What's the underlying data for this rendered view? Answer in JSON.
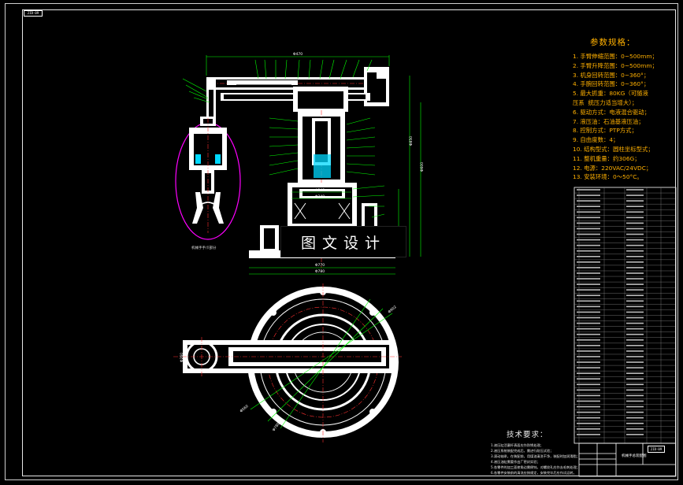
{
  "drawing_tag": "2ID-09",
  "specs": {
    "title": "参数规格：",
    "items": [
      "1. 手臂伸缩范围：0~500mm；",
      "2. 手臂升降范围：0~500mm；",
      "3. 机身回转范围：0~360°；",
      "4. 手腕回转范围：0~360°；",
      "5. 最大抓重：80KG（可随液",
      "压系  统压力适当增大）；",
      "6. 驱动方式：电液混合驱动；",
      "7. 液压油：石油基液压油；",
      "8. 控制方式：PTP方式；",
      "9. 自由度数：4；",
      "10. 结构型式：圆柱坐标型式；",
      "11. 整机重量：约306G；",
      "12. 电源：220VAC/24VDC；",
      "13. 安装环境：0～50°C。"
    ]
  },
  "technical_requirements": {
    "title": "技术要求：",
    "lines": [
      "1.液压缸活塞杆表面应作防锈处理；",
      "2.液压系统装配完成后，需进行耐压试验；",
      "3.滚动轴承，在装配前，用煤油清洗干净，装配时加润滑脂；",
      "4.液压油缸需要作出厂密封实验；",
      "5.各零件的加工面棱角边需倒钝，对螺纹孔应作去毛刺处理；",
      "6.各零件安装前的清洗应按规定，安装完毕后应作试运转。"
    ]
  },
  "watermark": "图文设计",
  "gripper_caption": "机械手手爪部分",
  "title_block": {
    "name": "机械手总装配图",
    "code": "2ID-09"
  },
  "dimensions": {
    "top_width": "Φ470",
    "height_right": "Φ850",
    "height_right2": "Φ600",
    "base_width": "Φ770",
    "base_width2": "Φ780",
    "inner_dia1": "Φ240",
    "inner_dia2": "Φ340",
    "plan_dia1": "Φ902",
    "plan_dia2": "Φ560",
    "plan_dia3": "Φ260",
    "plan_dia4": "Φ780"
  },
  "colors": {
    "background": "#000000",
    "line": "#ffffff",
    "specs_text": "#ffb000",
    "dimension": "#00ff00",
    "centerline": "#ff2020",
    "highlight": "#ff00ff",
    "accent": "#00e0ff"
  }
}
